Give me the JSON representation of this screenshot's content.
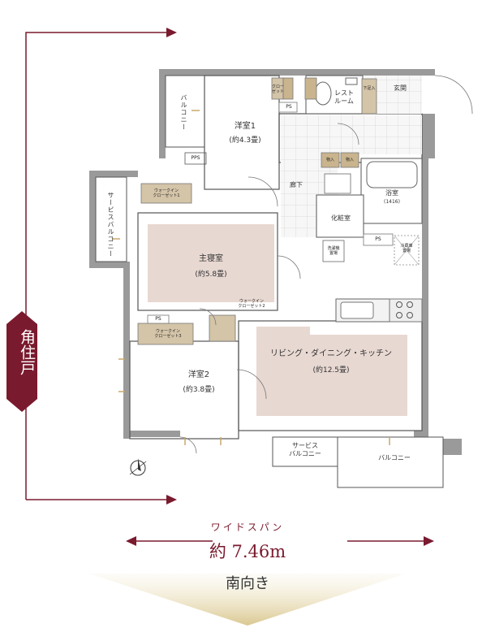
{
  "rooms": {
    "western1": {
      "name": "洋室1",
      "area": "(約4.3畳)"
    },
    "master": {
      "name": "主寝室",
      "area": "(約5.8畳)"
    },
    "western2": {
      "name": "洋室2",
      "area": "(約3.8畳)"
    },
    "ldk": {
      "name": "リビング・ダイニング・キッチン",
      "area": "(約12.5畳)"
    }
  },
  "labels": {
    "balcony_top": "バルコニー",
    "service_balcony_left": "サービスバルコニー",
    "walkin1": "ウォークイン\nクローゼット1",
    "walkin2": "ウォークイン\nクローゼット2",
    "walkin3": "ウォークイン\nクローゼット3",
    "restroom": "レスト\nルーム",
    "entrance": "玄関",
    "hallway": "廊下",
    "bathroom": "浴室",
    "bath_size": "(1416)",
    "powder_room": "化粧室",
    "service_balcony_bottom": "サービス\nバルコニー",
    "balcony_bottom": "バルコニー",
    "ps1": "PS",
    "pps": "PPS",
    "ps2": "PS",
    "ps3": "PS",
    "closet": "クロー\nゼット",
    "shoe": "下足入",
    "storage": "物入",
    "washer": "洗濯機\n置場",
    "fridge": "冷蔵庫\n置場"
  },
  "side_badge": "角住戸",
  "span": {
    "label": "ワイドスパン",
    "value": "約 7.46m"
  },
  "orientation": "南向き",
  "colors": {
    "accent": "#7a1a2e",
    "bedroom_fill": "#e8d8d2",
    "wall": "#8a8a8a",
    "floor_tile": "#dcdcdc"
  },
  "icons": {
    "compass": "compass-icon",
    "arrow": "arrow-icon"
  }
}
